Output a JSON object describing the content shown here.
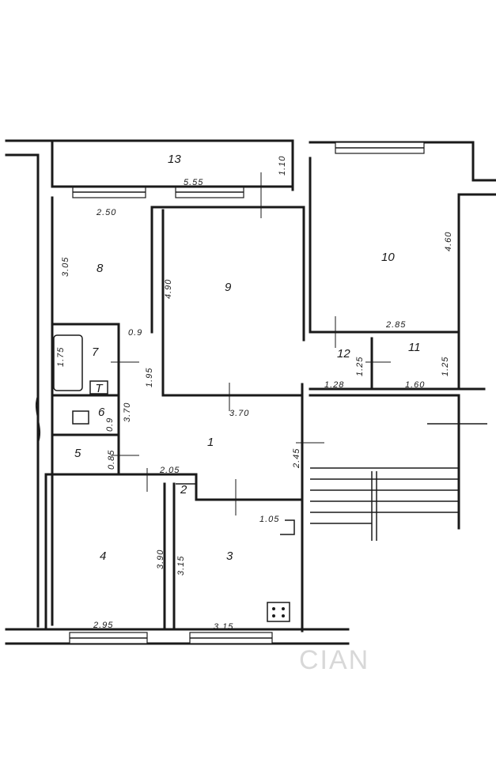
{
  "rooms": [
    "13",
    "10",
    "8",
    "9",
    "7",
    "12",
    "11",
    "6",
    "1",
    "5",
    "4",
    "3",
    "2"
  ],
  "dimensions": [
    "1.10",
    "5.55",
    "2.50",
    "3.05",
    "4.90",
    "4.60",
    "0.9",
    "2.85",
    "1.75",
    "1.25",
    "1.25",
    "1.95",
    "1.28",
    "1.60",
    "3.70",
    "3.70",
    "0.9",
    "2.45",
    "0.85",
    "2.05",
    "3.90",
    "3.15",
    "1.05",
    "2.95",
    "3.15"
  ],
  "fixtures": [
    "T"
  ],
  "watermark": "CIAN"
}
